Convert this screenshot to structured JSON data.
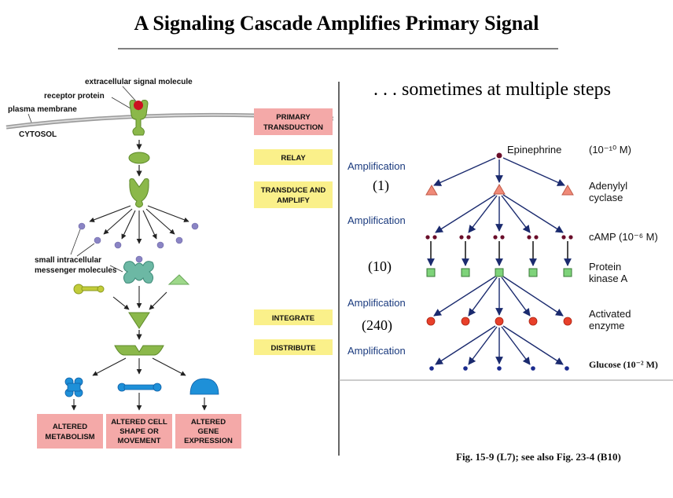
{
  "title": "A Signaling Cascade Amplifies Primary Signal",
  "left": {
    "labels": {
      "extracellular": "extracellular signal molecule",
      "receptor": "receptor protein",
      "membrane": "plasma membrane",
      "cytosol": "CYTOSOL",
      "messenger_line1": "small intracellular",
      "messenger_line2": "messenger molecules"
    },
    "steps": [
      {
        "line1": "PRIMARY",
        "line2": "TRANSDUCTION",
        "color": "#f4a9a8"
      },
      {
        "line1": "RELAY",
        "line2": "",
        "color": "#faf08a"
      },
      {
        "line1": "TRANSDUCE AND",
        "line2": "AMPLIFY",
        "color": "#faf08a"
      },
      {
        "line1": "INTEGRATE",
        "line2": "",
        "color": "#faf08a"
      },
      {
        "line1": "DISTRIBUTE",
        "line2": "",
        "color": "#faf08a"
      }
    ],
    "outcomes": [
      {
        "line1": "ALTERED",
        "line2": "METABOLISM",
        "line3": ""
      },
      {
        "line1": "ALTERED CELL",
        "line2": "SHAPE OR",
        "line3": "MOVEMENT"
      },
      {
        "line1": "ALTERED",
        "line2": "GENE",
        "line3": "EXPRESSION"
      }
    ]
  },
  "right": {
    "subtitle": ". . . sometimes at multiple steps",
    "amplification_label": "Amplification",
    "factors": [
      "(1)",
      "(10)",
      "(240)"
    ],
    "levels": {
      "epinephrine": "Epinephrine",
      "epinephrine_conc": "(10⁻¹⁰ M)",
      "adenylyl_1": "Adenylyl",
      "adenylyl_2": "cyclase",
      "camp": "cAMP (10⁻⁶ M)",
      "pka_1": "Protein",
      "pka_2": "kinase A",
      "enzyme_1": "Activated",
      "enzyme_2": "enzyme",
      "glucose": "Glucose (10⁻² M)"
    },
    "caption": "Fig. 15-9 (L7); see also Fig. 23-4 (B10)"
  },
  "colors": {
    "green": "#8bb84a",
    "green_dark": "#5e8a2a",
    "teal": "#6cb8a4",
    "blue": "#1e90d8",
    "navy": "#1a2a6e",
    "pink": "#f4a9a8",
    "yellow": "#faf08a",
    "triangle": "#f08a78",
    "square": "#7ed37a",
    "enzyme": "#e8402a",
    "red": "#cc1020",
    "purple": "#8a84c4"
  }
}
